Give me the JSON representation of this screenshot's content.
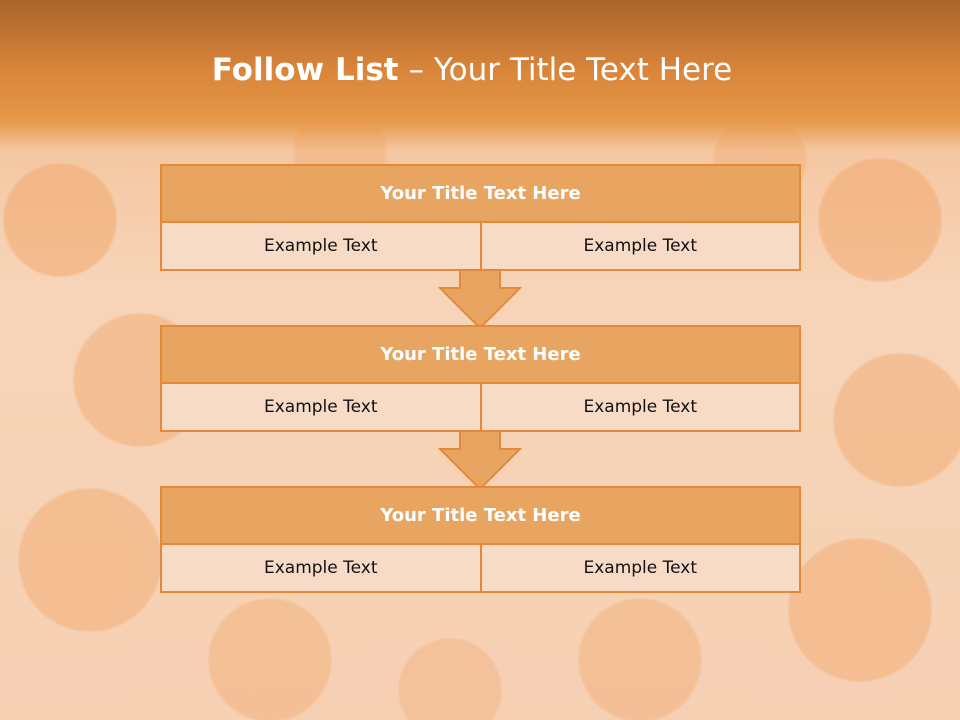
{
  "slide": {
    "title_bold": "Follow List",
    "title_rest": "– Your Title Text Here"
  },
  "blocks": [
    {
      "title": "Your Title Text Here",
      "left": "Example Text",
      "right": "Example Text"
    },
    {
      "title": "Your Title Text Here",
      "left": "Example Text",
      "right": "Example Text"
    },
    {
      "title": "Your Title Text Here",
      "left": "Example Text",
      "right": "Example Text"
    }
  ],
  "colors": {
    "accent": "#e2893a",
    "header_fill": "#e8a562",
    "cell_fill": "#f7dbc7"
  },
  "icons": [
    "down-arrow-icon",
    "down-arrow-icon"
  ]
}
